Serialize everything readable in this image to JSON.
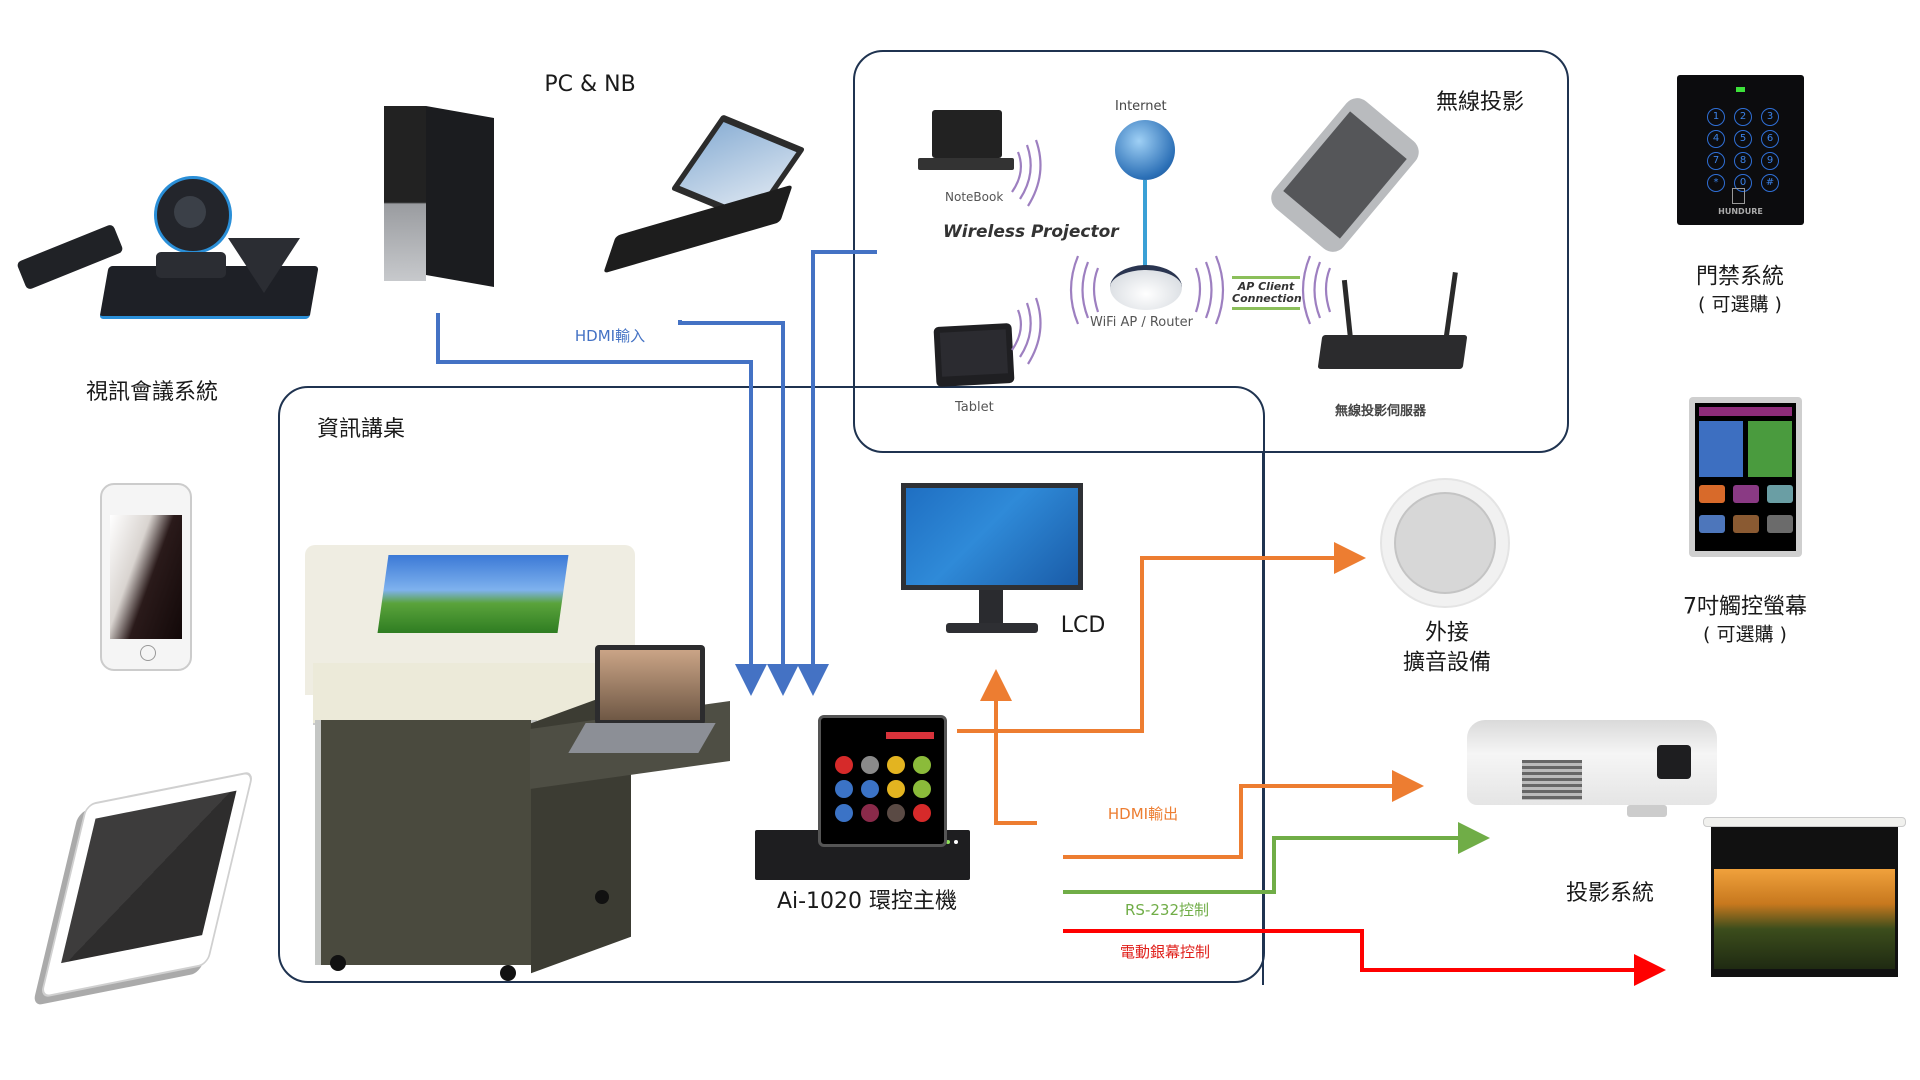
{
  "title": "資訊講桌 系統架構圖",
  "colors": {
    "hdmi_in": "#4472c4",
    "hdmi_out": "#ed7d31",
    "rs232": "#70ad47",
    "screen_ctrl": "#ff0000",
    "frame": "#1f3350"
  },
  "groups": {
    "lecture_desk": "資訊講桌",
    "wireless_projection": "無線投影"
  },
  "devices": {
    "video_conference": "視訊會議系統",
    "pc_nb": "PC & NB",
    "controller": "Ai-1020 環控主機",
    "lcd": "LCD",
    "speaker": [
      "外接",
      "擴音設備"
    ],
    "projection": "投影系統",
    "access_control": [
      "門禁系統",
      "( 可選購 )"
    ],
    "touch_screen": [
      "7吋觸控螢幕",
      "( 可選購 )"
    ]
  },
  "wireless_diagram": {
    "internet": "Internet",
    "notebook": "NoteBook",
    "title": "Wireless Projector",
    "router": "WiFi AP / Router",
    "ap_client": [
      "AP Client",
      "Connection"
    ],
    "tablet": "Tablet",
    "server": "無線投影伺服器"
  },
  "connections": {
    "hdmi_in": "HDMI輸入",
    "hdmi_out": "HDMI輸出",
    "rs232": "RS-232控制",
    "screen_ctrl": "電動銀幕控制"
  },
  "access_keypad": [
    "1",
    "2",
    "3",
    "4",
    "5",
    "6",
    "7",
    "8",
    "9",
    "*",
    "0",
    "#"
  ],
  "access_brand": "HUNDURE"
}
